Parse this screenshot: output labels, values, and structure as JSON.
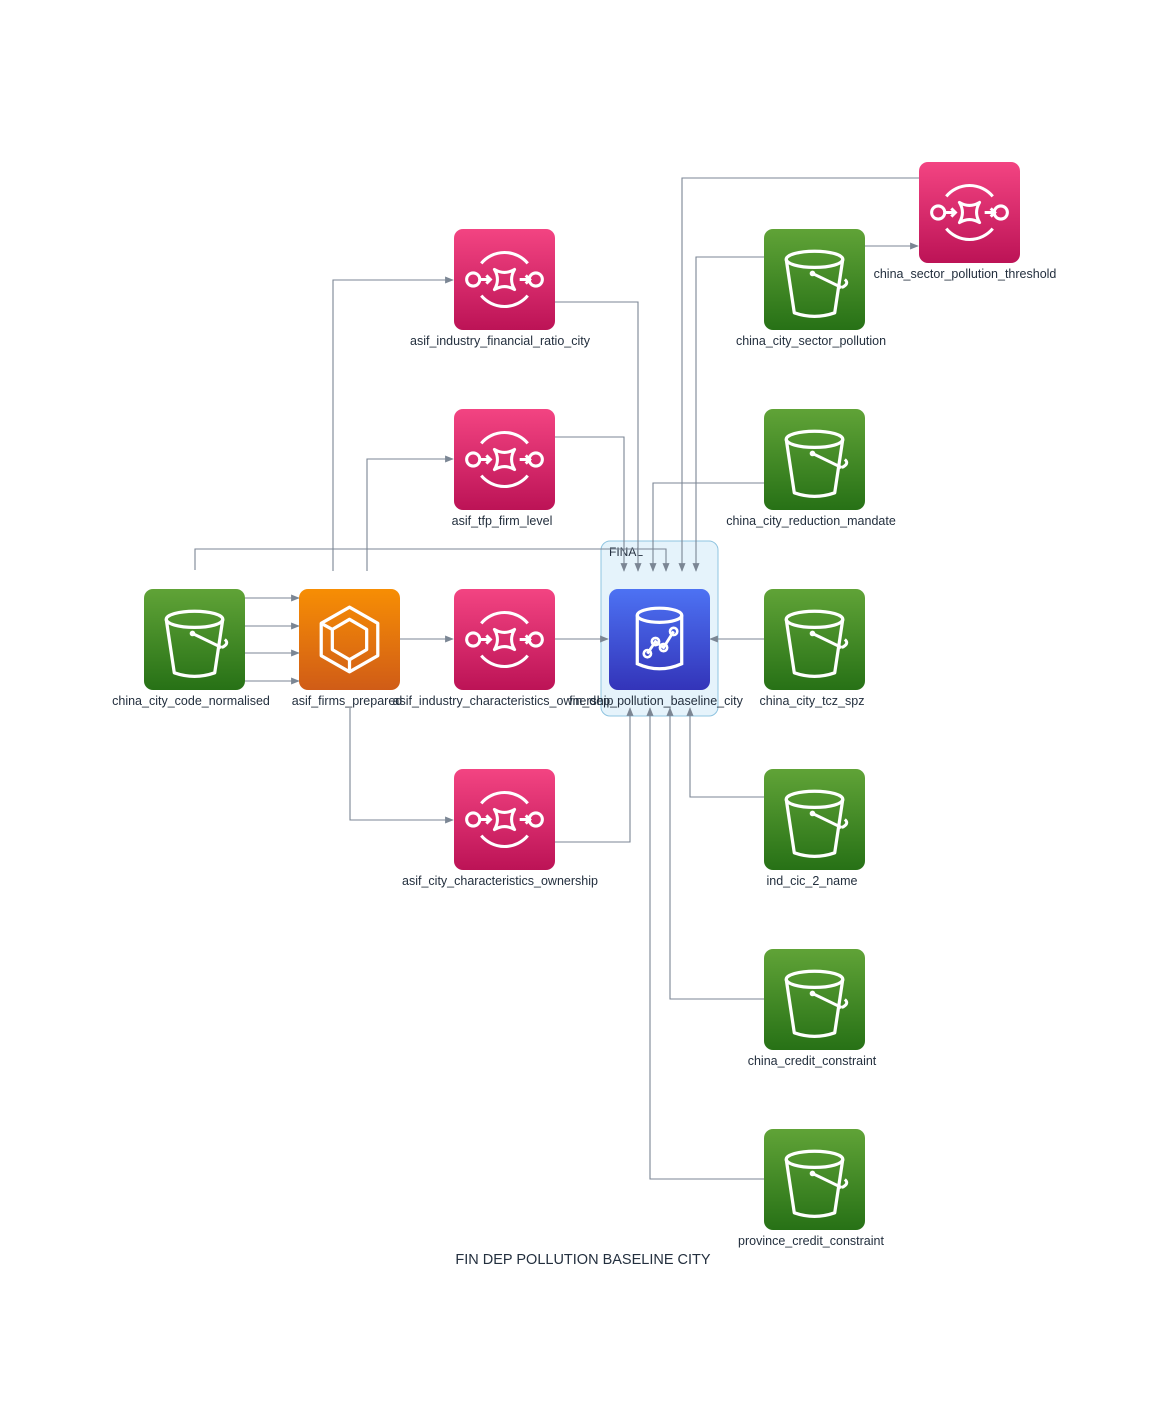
{
  "diagram": {
    "title": "FIN DEP POLLUTION BASELINE CITY",
    "cluster": {
      "label": "FINAL"
    },
    "nodes": {
      "china_city_code_normalised": {
        "label": "china_city_code_normalised",
        "kind": "s3-bucket",
        "icon": "bucket-icon"
      },
      "asif_firms_prepared": {
        "label": "asif_firms_prepared",
        "kind": "ecs-compute",
        "icon": "hexagon-cube-icon"
      },
      "asif_industry_financial_ratio_city": {
        "label": "asif_industry_financial_ratio_city",
        "kind": "sqs-queue",
        "icon": "queue-icon"
      },
      "asif_tfp_firm_level": {
        "label": "asif_tfp_firm_level",
        "kind": "sqs-queue",
        "icon": "queue-icon"
      },
      "asif_industry_characteristics_ownership": {
        "label": "asif_industry_characteristics_ownership",
        "kind": "sqs-queue",
        "icon": "queue-icon"
      },
      "asif_city_characteristics_ownership": {
        "label": "asif_city_characteristics_ownership",
        "kind": "sqs-queue",
        "icon": "queue-icon"
      },
      "fin_dep_pollution_baseline_city": {
        "label": "fin_dep_pollution_baseline_city",
        "kind": "analytics-database",
        "icon": "database-chart-icon"
      },
      "china_sector_pollution_threshold": {
        "label": "china_sector_pollution_threshold",
        "kind": "sqs-queue",
        "icon": "queue-icon"
      },
      "china_city_sector_pollution": {
        "label": "china_city_sector_pollution",
        "kind": "s3-bucket",
        "icon": "bucket-icon"
      },
      "china_city_reduction_mandate": {
        "label": "china_city_reduction_mandate",
        "kind": "s3-bucket",
        "icon": "bucket-icon"
      },
      "china_city_tcz_spz": {
        "label": "china_city_tcz_spz",
        "kind": "s3-bucket",
        "icon": "bucket-icon"
      },
      "ind_cic_2_name": {
        "label": "ind_cic_2_name",
        "kind": "s3-bucket",
        "icon": "bucket-icon"
      },
      "china_credit_constraint": {
        "label": "china_credit_constraint",
        "kind": "s3-bucket",
        "icon": "bucket-icon"
      },
      "province_credit_constraint": {
        "label": "province_credit_constraint",
        "kind": "s3-bucket",
        "icon": "bucket-icon"
      }
    },
    "edges": [
      [
        "china_city_code_normalised",
        "asif_firms_prepared"
      ],
      [
        "china_city_code_normalised",
        "asif_firms_prepared"
      ],
      [
        "china_city_code_normalised",
        "asif_firms_prepared"
      ],
      [
        "china_city_code_normalised",
        "asif_firms_prepared"
      ],
      [
        "china_city_code_normalised",
        "fin_dep_pollution_baseline_city"
      ],
      [
        "asif_firms_prepared",
        "asif_industry_financial_ratio_city"
      ],
      [
        "asif_firms_prepared",
        "asif_tfp_firm_level"
      ],
      [
        "asif_firms_prepared",
        "asif_industry_characteristics_ownership"
      ],
      [
        "asif_firms_prepared",
        "asif_city_characteristics_ownership"
      ],
      [
        "asif_industry_financial_ratio_city",
        "fin_dep_pollution_baseline_city"
      ],
      [
        "asif_tfp_firm_level",
        "fin_dep_pollution_baseline_city"
      ],
      [
        "asif_industry_characteristics_ownership",
        "fin_dep_pollution_baseline_city"
      ],
      [
        "asif_city_characteristics_ownership",
        "fin_dep_pollution_baseline_city"
      ],
      [
        "china_city_sector_pollution",
        "china_sector_pollution_threshold"
      ],
      [
        "china_sector_pollution_threshold",
        "fin_dep_pollution_baseline_city"
      ],
      [
        "china_city_sector_pollution",
        "fin_dep_pollution_baseline_city"
      ],
      [
        "china_city_reduction_mandate",
        "fin_dep_pollution_baseline_city"
      ],
      [
        "china_city_tcz_spz",
        "fin_dep_pollution_baseline_city"
      ],
      [
        "ind_cic_2_name",
        "fin_dep_pollution_baseline_city"
      ],
      [
        "china_credit_constraint",
        "fin_dep_pollution_baseline_city"
      ],
      [
        "province_credit_constraint",
        "fin_dep_pollution_baseline_city"
      ]
    ],
    "colors": {
      "s3_green_top": "#60a337",
      "s3_green_bottom": "#277116",
      "sqs_pink_top": "#f34482",
      "sqs_pink_bottom": "#bc1356",
      "ecs_orange_top": "#f78e04",
      "ecs_orange_bottom": "#d05c17",
      "db_blue_top": "#4d72f3",
      "db_blue_bottom": "#3334b9",
      "cluster_fill": "#e5f3fb",
      "cluster_stroke": "#8fc4e0",
      "edge": "#7b8694"
    }
  }
}
